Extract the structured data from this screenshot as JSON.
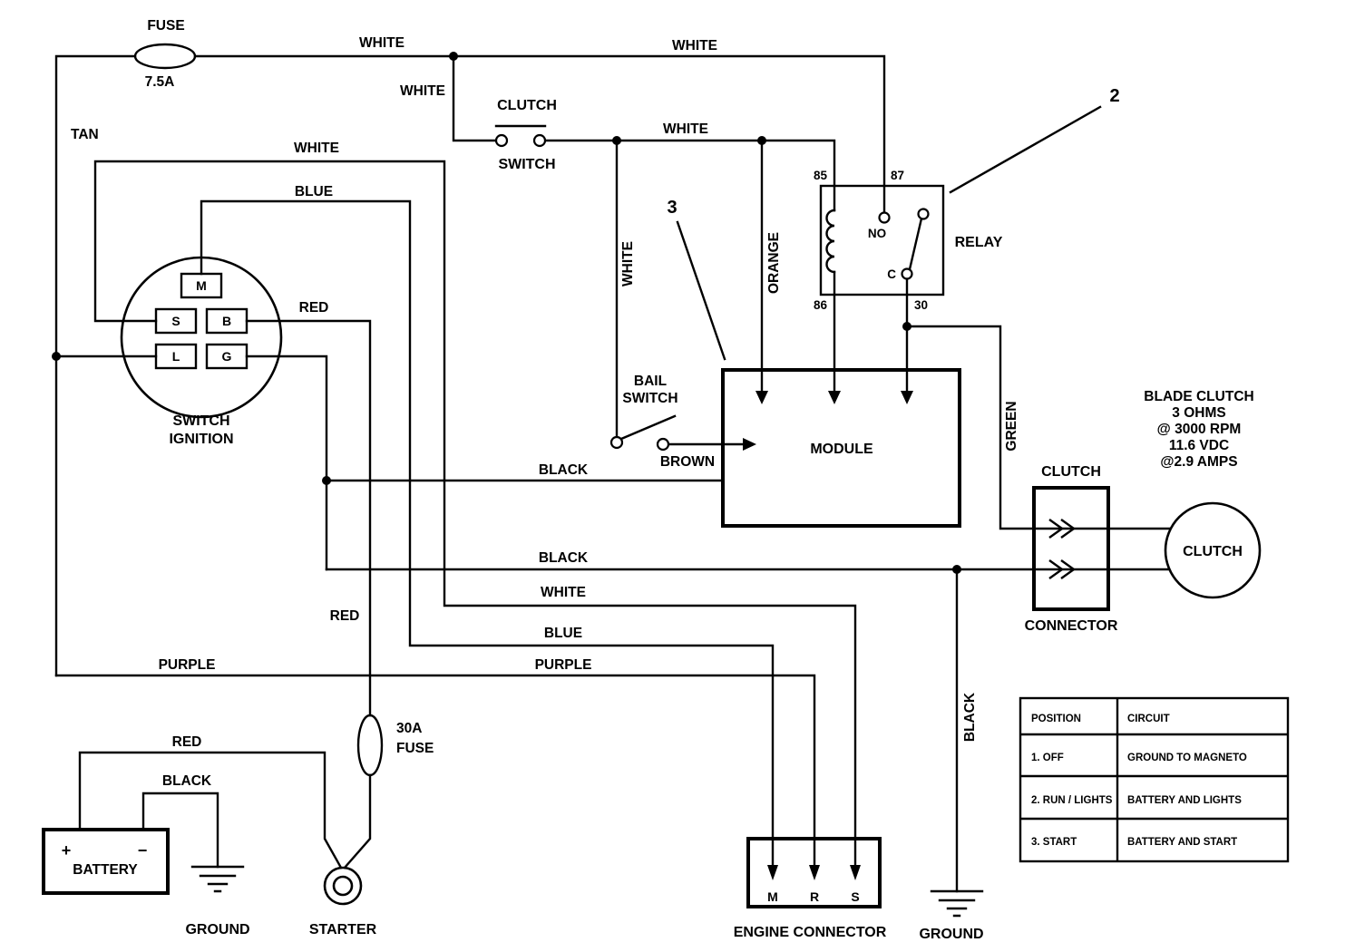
{
  "wire_labels": {
    "white": "WHITE",
    "tan": "TAN",
    "blue": "BLUE",
    "red": "RED",
    "black": "BLACK",
    "purple": "PURPLE",
    "orange": "ORANGE",
    "green": "GREEN",
    "brown": "BROWN"
  },
  "fuse_main": {
    "label": "FUSE",
    "rating": "7.5A"
  },
  "fuse_starter": {
    "rating": "30A",
    "label": "FUSE"
  },
  "clutch_switch": {
    "line1": "CLUTCH",
    "line2": "SWITCH"
  },
  "relay": {
    "label": "RELAY",
    "t85": "85",
    "t87": "87",
    "t86": "86",
    "t30": "30",
    "no": "NO",
    "c": "C"
  },
  "callouts": {
    "n2": "2",
    "n3": "3"
  },
  "ignition": {
    "m": "M",
    "s": "S",
    "b": "B",
    "l": "L",
    "g": "G",
    "line1": "SWITCH",
    "line2": "IGNITION"
  },
  "bail_switch": {
    "line1": "BAIL",
    "line2": "SWITCH"
  },
  "module": {
    "label": "MODULE"
  },
  "clutch_note": {
    "line1": "BLADE CLUTCH",
    "line2": "3 OHMS",
    "line3": "@ 3000 RPM",
    "line4": "11.6 VDC",
    "line5": "@2.9 AMPS"
  },
  "clutch_connector": {
    "line1": "CLUTCH",
    "line2": "CONNECTOR"
  },
  "clutch": {
    "label": "CLUTCH"
  },
  "battery": {
    "plus": "+",
    "minus": "−",
    "label": "BATTERY"
  },
  "starter": {
    "label": "STARTER"
  },
  "grounds": {
    "left": "GROUND",
    "right": "GROUND"
  },
  "engine_connector": {
    "m": "M",
    "r": "R",
    "s": "S",
    "label": "ENGINE CONNECTOR"
  },
  "table": {
    "headers": [
      "POSITION",
      "CIRCUIT"
    ],
    "rows": [
      [
        "1. OFF",
        "GROUND TO MAGNETO"
      ],
      [
        "2. RUN / LIGHTS",
        "BATTERY AND LIGHTS"
      ],
      [
        "3. START",
        "BATTERY AND START"
      ]
    ]
  }
}
